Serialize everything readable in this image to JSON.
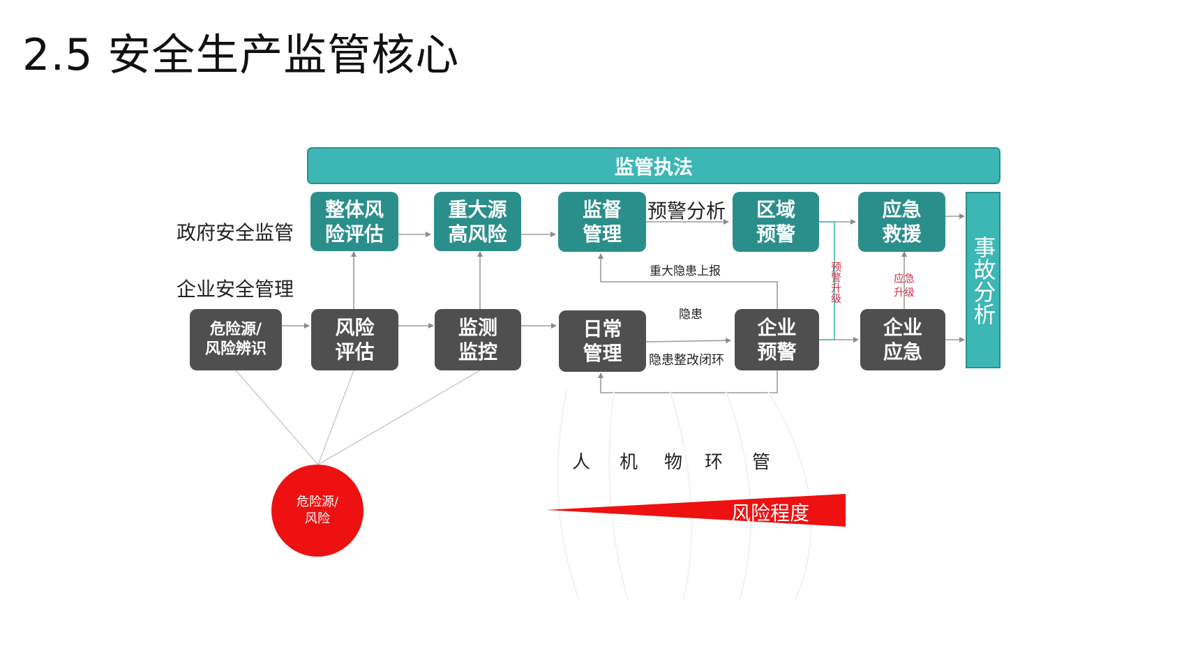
{
  "title": "2.5 安全生产监管核心",
  "banner": "监管执法",
  "accident_analysis": "事故分析",
  "lanes": {
    "government": "政府安全监管",
    "enterprise": "企业安全管理"
  },
  "gov_boxes": [
    {
      "label": "整体风\n险评估"
    },
    {
      "label": "重大源\n高风险"
    },
    {
      "label": "监督\n管理"
    },
    {
      "label": "区域\n预警"
    },
    {
      "label": "应急\n救援"
    }
  ],
  "ent_boxes": [
    {
      "label": "危险源/\n风险辨识"
    },
    {
      "label": "风险\n评估"
    },
    {
      "label": "监测\n监控"
    },
    {
      "label": "日常\n管理"
    },
    {
      "label": "企业\n预警"
    },
    {
      "label": "企业\n应急"
    }
  ],
  "notes": {
    "warning_analysis": "预警分析",
    "major_hazard_report": "重大隐患上报",
    "hazard": "隐患",
    "hazard_closed_loop": "隐患整改闭环",
    "warning_upgrade": "预警升级",
    "emergency_upgrade": "应急\n升级"
  },
  "hazard_circle": "危险源/\n风险",
  "factors": [
    "人",
    "机",
    "物",
    "环",
    "管"
  ],
  "risk_level": "风险程度",
  "colors": {
    "teal_dark": "#2a8f8b",
    "teal_light": "#3cb7b5",
    "gray_box": "#4f4f4f",
    "red": "#ee1111",
    "note_red": "#d2304a"
  }
}
